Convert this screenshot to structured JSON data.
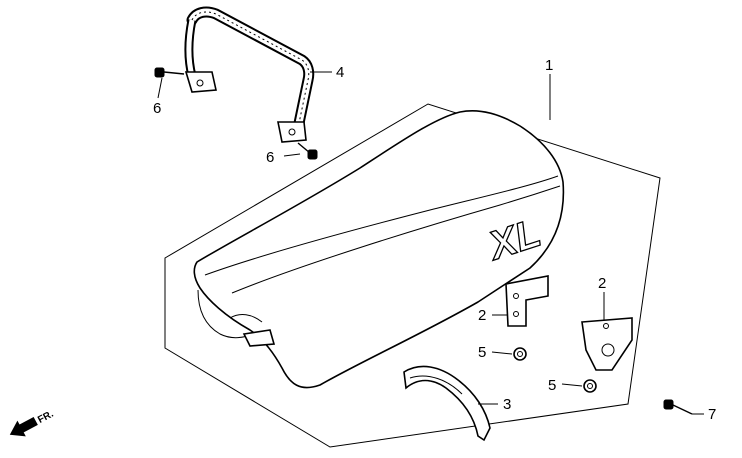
{
  "callouts": {
    "seat": "1",
    "bracket_top": "2",
    "bracket_right": "2",
    "strap": "3",
    "grab_rail": "4",
    "nut_middle": "5",
    "nut_right": "5",
    "bolt_upper": "6",
    "bolt_lower": "6",
    "bolt_far_right": "7"
  },
  "seat_emblem": "XL",
  "direction_marker": "FR."
}
